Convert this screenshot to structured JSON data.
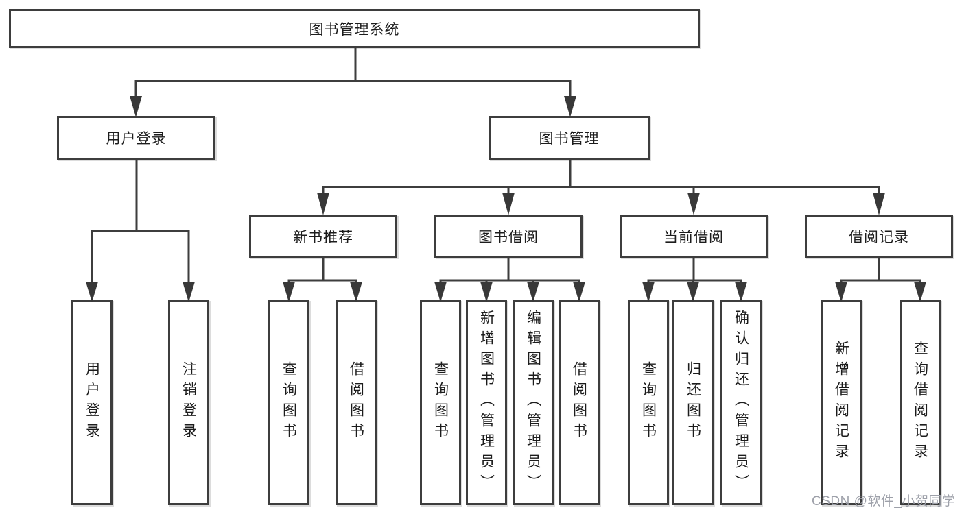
{
  "colors": {
    "line": "#3d3d3d",
    "box_border": "#3d3d3d",
    "text": "#1c1c1c",
    "background": "#ffffff",
    "watermark": "#9da0a9"
  },
  "tree": {
    "label": "图书管理系统",
    "children": [
      {
        "label": "用户登录",
        "children": [
          {
            "label": "用户登录"
          },
          {
            "label": "注销登录"
          }
        ]
      },
      {
        "label": "图书管理",
        "children": [
          {
            "label": "新书推荐",
            "children": [
              {
                "label": "查询图书"
              },
              {
                "label": "借阅图书"
              }
            ]
          },
          {
            "label": "图书借阅",
            "children": [
              {
                "label": "查询图书"
              },
              {
                "label": "新增图书（管理员）"
              },
              {
                "label": "编辑图书（管理员）"
              },
              {
                "label": "借阅图书"
              }
            ]
          },
          {
            "label": "当前借阅",
            "children": [
              {
                "label": "查询图书"
              },
              {
                "label": "归还图书"
              },
              {
                "label": "确认归还（管理员）"
              }
            ]
          },
          {
            "label": "借阅记录",
            "children": [
              {
                "label": "新增借阅记录"
              },
              {
                "label": "查询借阅记录"
              }
            ]
          }
        ]
      }
    ]
  },
  "watermark": {
    "text": "CSDN @软件_小贺同学"
  }
}
